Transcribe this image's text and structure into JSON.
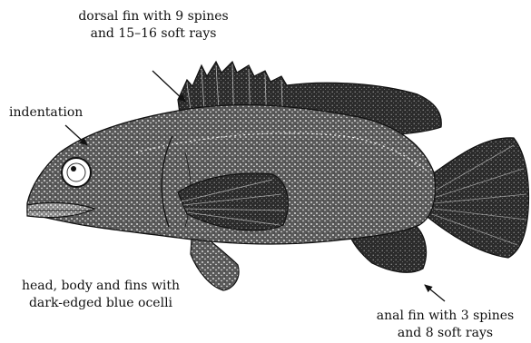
{
  "labels": {
    "dorsal_line1": "dorsal fin with 9 spines",
    "dorsal_line2": "and 15–16 soft rays",
    "indentation": "indentation",
    "ocelli_line1": "head, body and fins with",
    "ocelli_line2": "dark-edged blue ocelli",
    "anal_line1": "anal fin with 3 spines",
    "anal_line2": "and 8 soft rays"
  }
}
